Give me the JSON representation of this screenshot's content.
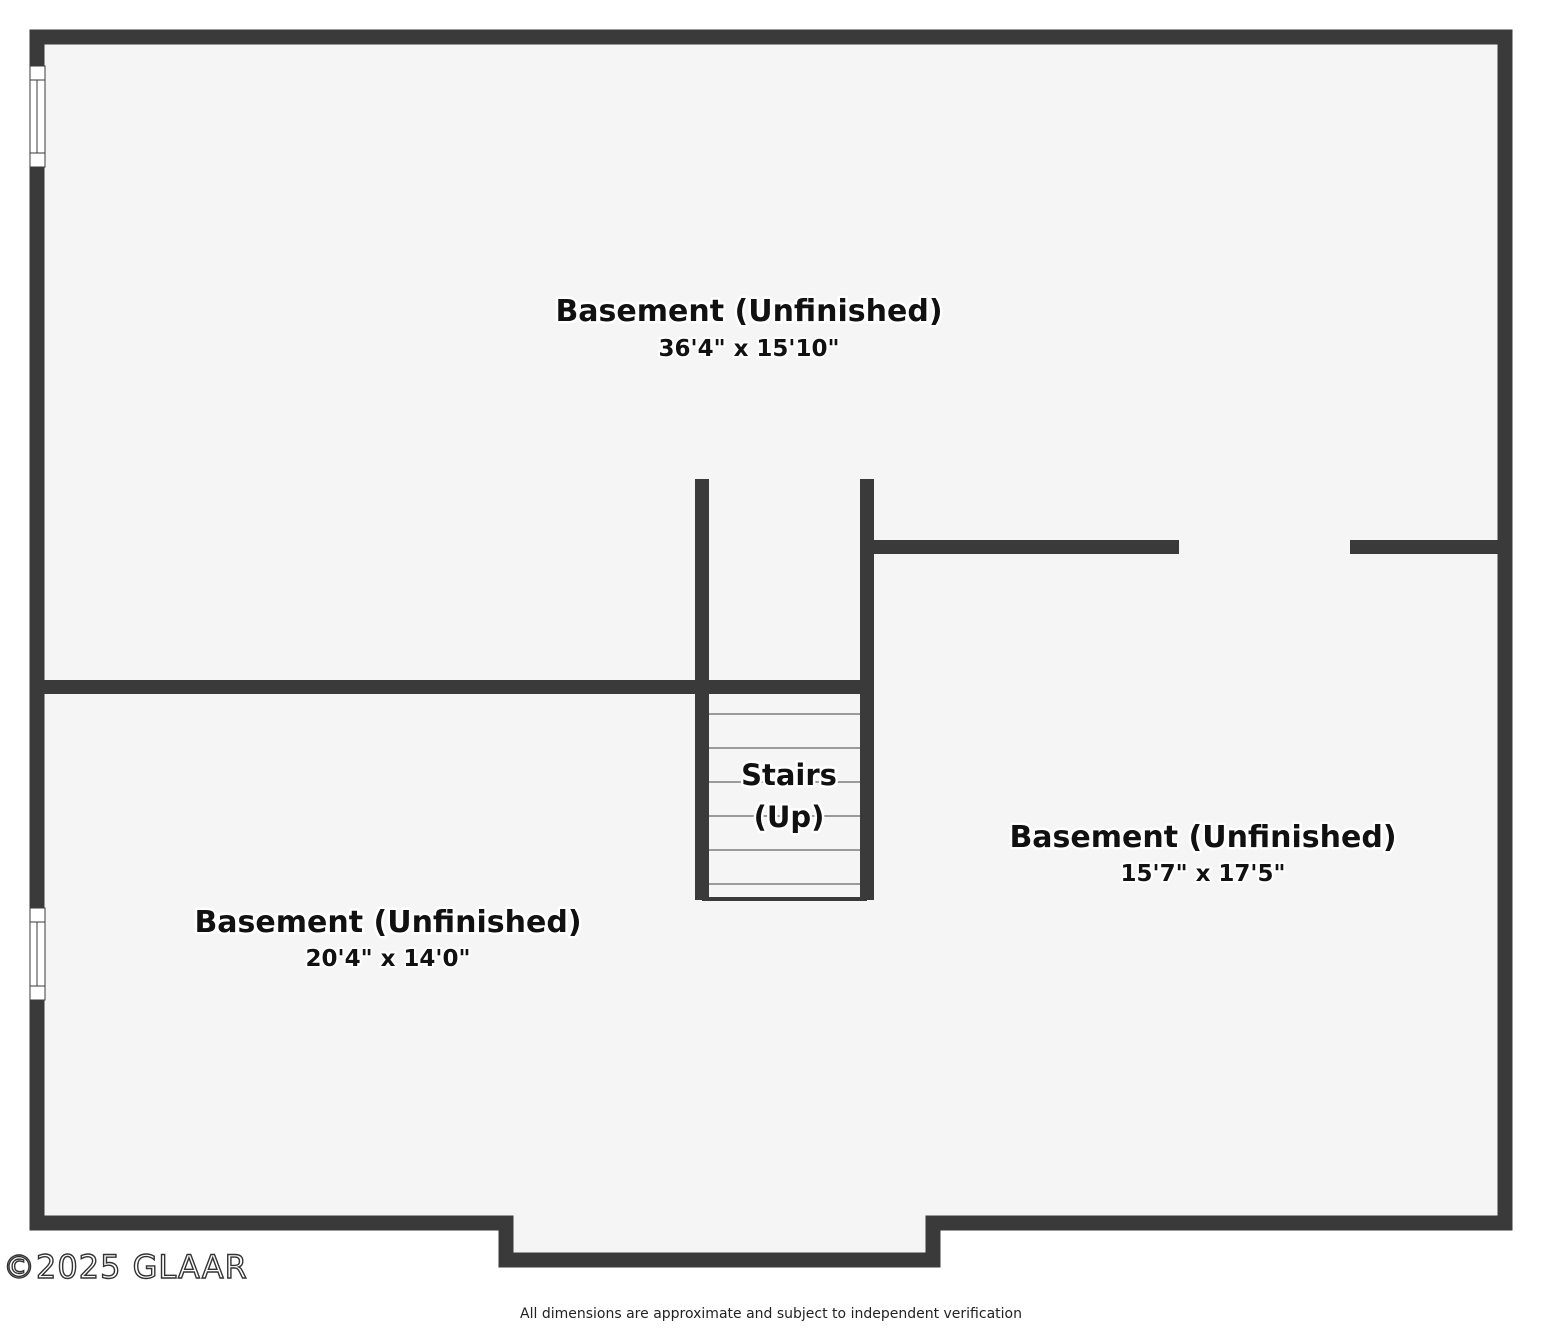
{
  "rooms": {
    "top": {
      "name": "Basement (Unfinished)",
      "dimensions": "36'4\" x 15'10\""
    },
    "bottom_left": {
      "name": "Basement (Unfinished)",
      "dimensions": "20'4\" x 14'0\""
    },
    "right": {
      "name": "Basement (Unfinished)",
      "dimensions": "15'7\" x 17'5\""
    }
  },
  "stairs": {
    "line1": "Stairs",
    "line2": "(Up)"
  },
  "watermark": "©2025 GLAAR",
  "footer": {
    "disclaimer": "All dimensions are approximate and subject to independent verification"
  },
  "colors": {
    "wall": "#3a3a3a",
    "floor": "#f5f5f5",
    "stair_tread": "#9a9a9a",
    "window": "#ffffff"
  }
}
